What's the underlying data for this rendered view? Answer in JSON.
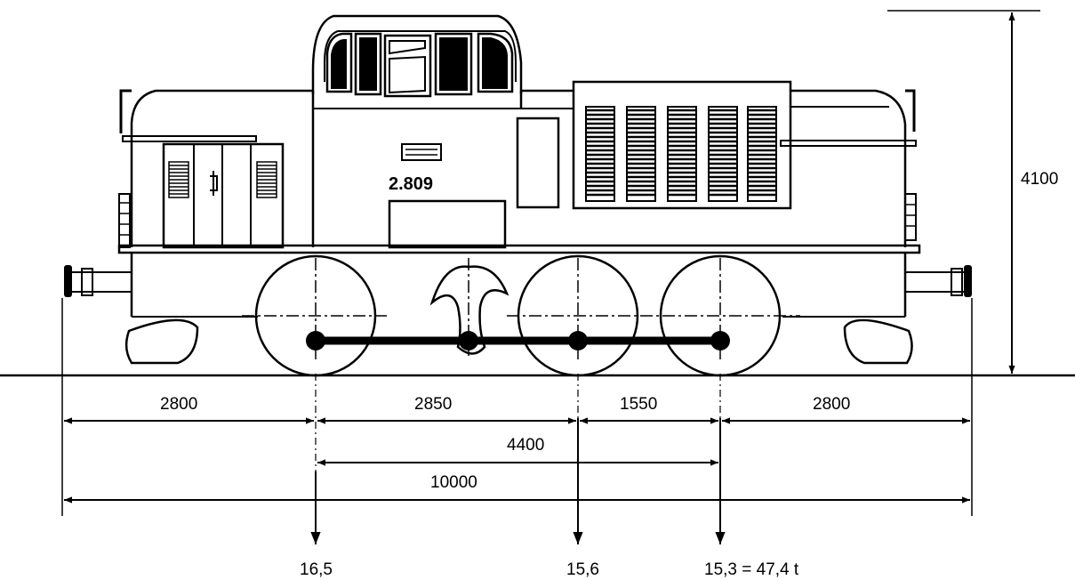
{
  "locomotive": {
    "number": "2.809"
  },
  "dimensions": {
    "height": "4100",
    "front_overhang": "2800",
    "wheel_spacing_1": "2850",
    "wheel_spacing_2": "1550",
    "rear_overhang": "2800",
    "wheelbase": "4400",
    "overall_length": "10000"
  },
  "axle_loads": {
    "axle_1": "16,5",
    "axle_2": "15,6",
    "axle_3_total": "15,3 = 47,4 t"
  }
}
